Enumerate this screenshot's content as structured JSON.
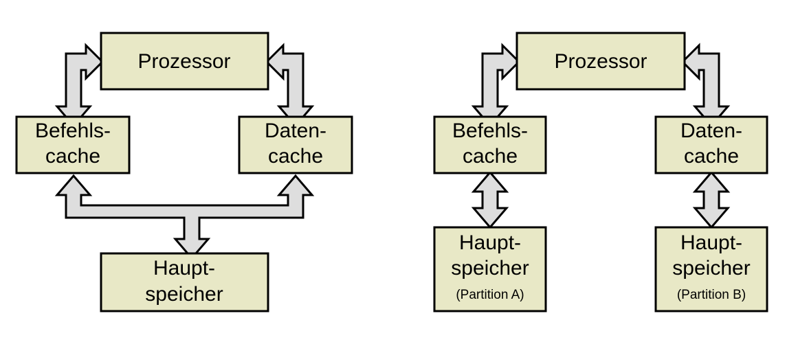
{
  "diagram": {
    "type": "block-diagram",
    "title": "",
    "colors": {
      "box_fill": "#E8E8C6",
      "box_stroke": "#000000",
      "arrow_fill": "#DEDEDE",
      "arrow_stroke": "#000000",
      "background": "#FFFFFF",
      "text": "#000000"
    },
    "left": {
      "name": "harvard-shared-memory",
      "nodes": {
        "processor": {
          "label": "Prozessor"
        },
        "instruction_cache": {
          "line1": "Befehls-",
          "line2": "cache"
        },
        "data_cache": {
          "line1": "Daten-",
          "line2": "cache"
        },
        "main_memory": {
          "line1": "Haupt-",
          "line2": "speicher"
        }
      },
      "connections": [
        {
          "name": "instruction-cache-to-processor",
          "from": "instruction_cache",
          "to": "processor",
          "style": "bent-double-arrow"
        },
        {
          "name": "data-cache-to-processor",
          "from": "data_cache",
          "to": "processor",
          "style": "bent-double-arrow"
        },
        {
          "name": "shared-memory-bus",
          "from": "main_memory",
          "to": "instruction_cache, data_cache",
          "style": "three-way-bus-arrow"
        }
      ]
    },
    "right": {
      "name": "harvard-partitioned-memory",
      "nodes": {
        "processor": {
          "label": "Prozessor"
        },
        "instruction_cache": {
          "line1": "Befehls-",
          "line2": "cache"
        },
        "data_cache": {
          "line1": "Daten-",
          "line2": "cache"
        },
        "main_memory_a": {
          "line1": "Haupt-",
          "line2": "speicher",
          "line3": "(Partition A)"
        },
        "main_memory_b": {
          "line1": "Haupt-",
          "line2": "speicher",
          "line3": "(Partition B)"
        }
      },
      "connections": [
        {
          "name": "instruction-cache-to-processor",
          "from": "instruction_cache",
          "to": "processor",
          "style": "bent-double-arrow"
        },
        {
          "name": "data-cache-to-processor",
          "from": "data_cache",
          "to": "processor",
          "style": "bent-double-arrow"
        },
        {
          "name": "instruction-cache-to-memory-a",
          "from": "instruction_cache",
          "to": "main_memory_a",
          "style": "vertical-double-arrow"
        },
        {
          "name": "data-cache-to-memory-b",
          "from": "data_cache",
          "to": "main_memory_b",
          "style": "vertical-double-arrow"
        }
      ]
    }
  }
}
